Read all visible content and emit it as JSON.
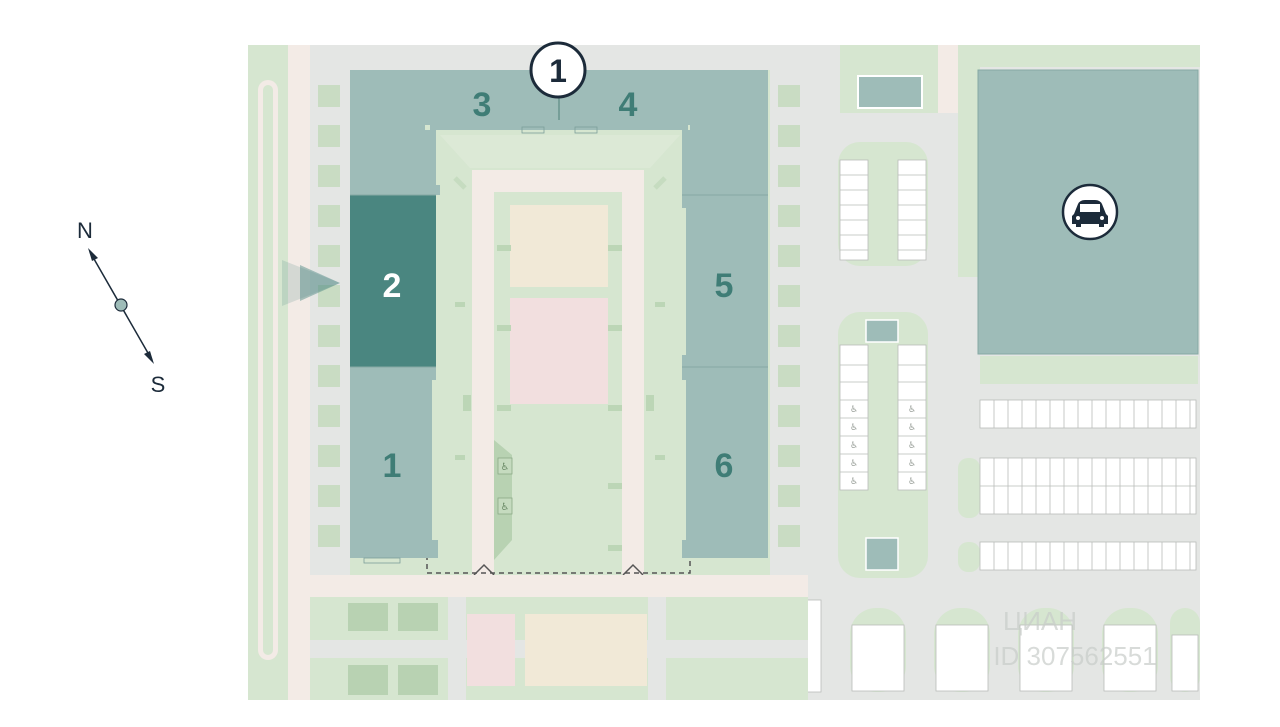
{
  "compass": {
    "north": "N",
    "south": "S"
  },
  "section_marker": {
    "label": "1"
  },
  "buildings": [
    {
      "id": "1",
      "label": "1",
      "selected": false
    },
    {
      "id": "2",
      "label": "2",
      "selected": true
    },
    {
      "id": "3",
      "label": "3",
      "selected": false
    },
    {
      "id": "4",
      "label": "4",
      "selected": false
    },
    {
      "id": "5",
      "label": "5",
      "selected": false
    },
    {
      "id": "6",
      "label": "6",
      "selected": false
    }
  ],
  "icons": {
    "parking": "car-icon",
    "accessible": "wheelchair-icon",
    "entrance": "entrance-arrow-icon"
  },
  "colors": {
    "building": "#9ebcb8",
    "building_selected": "#4a8680",
    "label": "#3f7d76",
    "label_selected": "#ffffff",
    "grass": "#d6e6d0",
    "road": "#e4e6e4",
    "path": "#f3ebe6",
    "sport_beige": "#f1e9d7",
    "sport_pink": "#f2dfdf",
    "marker_outline": "#1c2b3a"
  },
  "watermark": {
    "brand": "ЦИАН",
    "id": "ID 307562551"
  }
}
